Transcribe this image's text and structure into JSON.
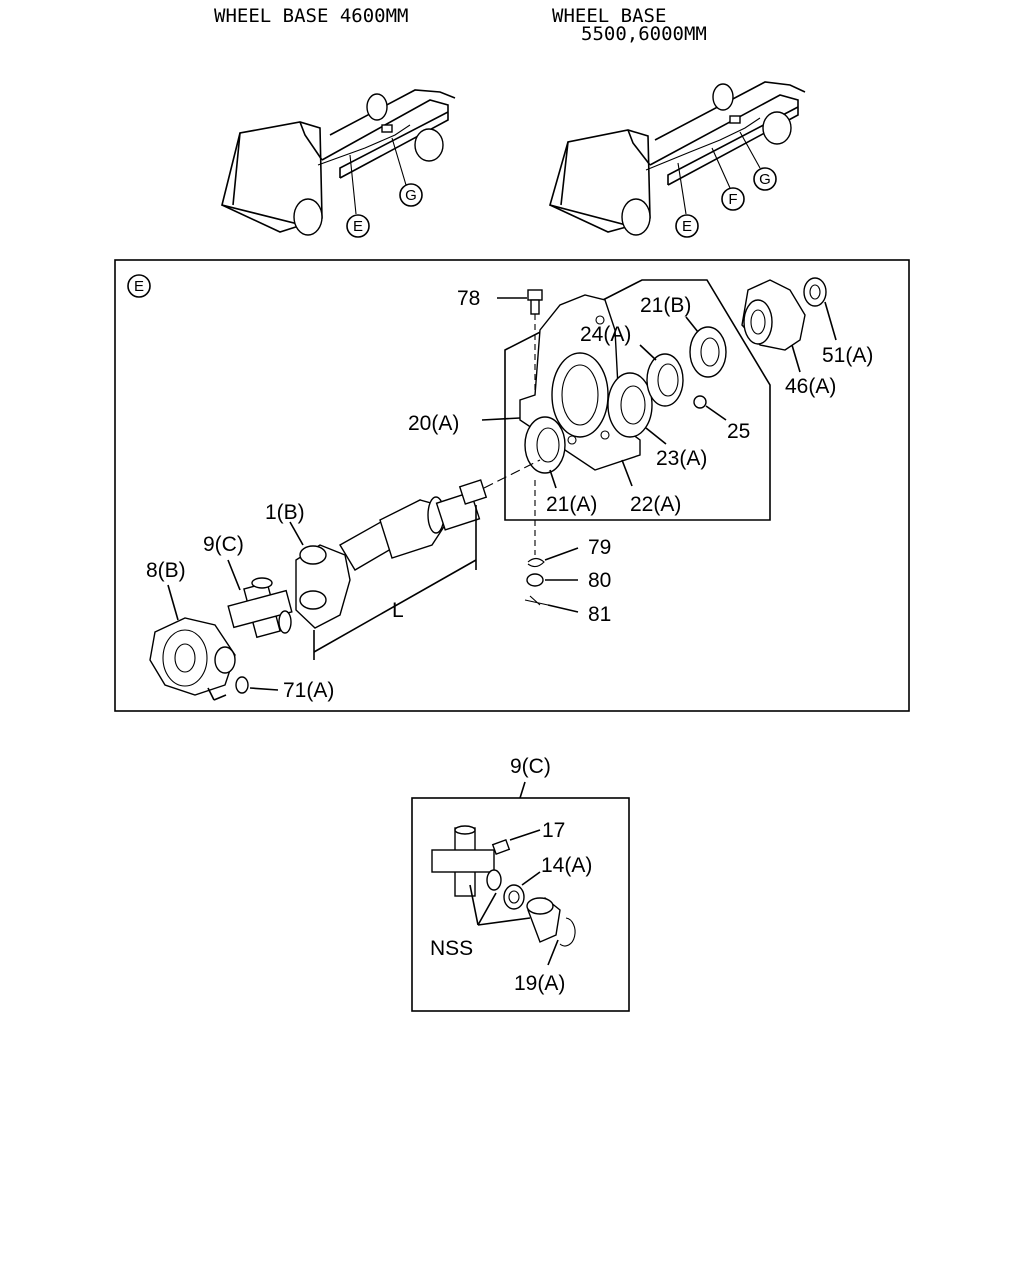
{
  "header": {
    "left_title": "WHEEL BASE 4600MM",
    "right_title_line1": "WHEEL BASE",
    "right_title_line2": "5500,6000MM"
  },
  "truck_markers": {
    "left": [
      "E",
      "G"
    ],
    "right": [
      "E",
      "F",
      "G"
    ]
  },
  "section_e": {
    "marker": "E",
    "dimension_label": "L",
    "parts": {
      "p78": "78",
      "p21b": "21(B)",
      "p24a": "24(A)",
      "p51a": "51(A)",
      "p46a": "46(A)",
      "p20a": "20(A)",
      "p25": "25",
      "p23a": "23(A)",
      "p21a": "21(A)",
      "p22a": "22(A)",
      "p1b": "1(B)",
      "p9c": "9(C)",
      "p8b": "8(B)",
      "p79": "79",
      "p80": "80",
      "p81": "81",
      "p71a": "71(A)"
    }
  },
  "detail_9c": {
    "title": "9(C)",
    "parts": {
      "p17": "17",
      "p14a": "14(A)",
      "nss": "NSS",
      "p19a": "19(A)"
    }
  }
}
